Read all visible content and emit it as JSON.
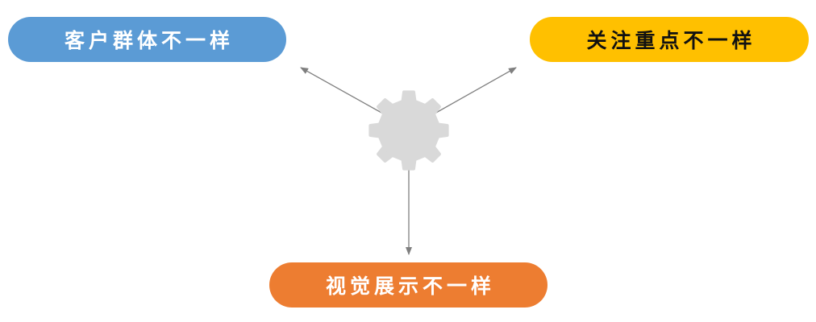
{
  "nodes": {
    "left": {
      "label": "客户群体不一样",
      "color": "#5b9bd5"
    },
    "right": {
      "label": "关注重点不一样",
      "color": "#ffc000"
    },
    "bottom": {
      "label": "视觉展示不一样",
      "color": "#ed7d31"
    }
  },
  "center": {
    "icon": "gear-icon",
    "color": "#d9d9d9"
  },
  "arrow_color": "#7f7f7f"
}
